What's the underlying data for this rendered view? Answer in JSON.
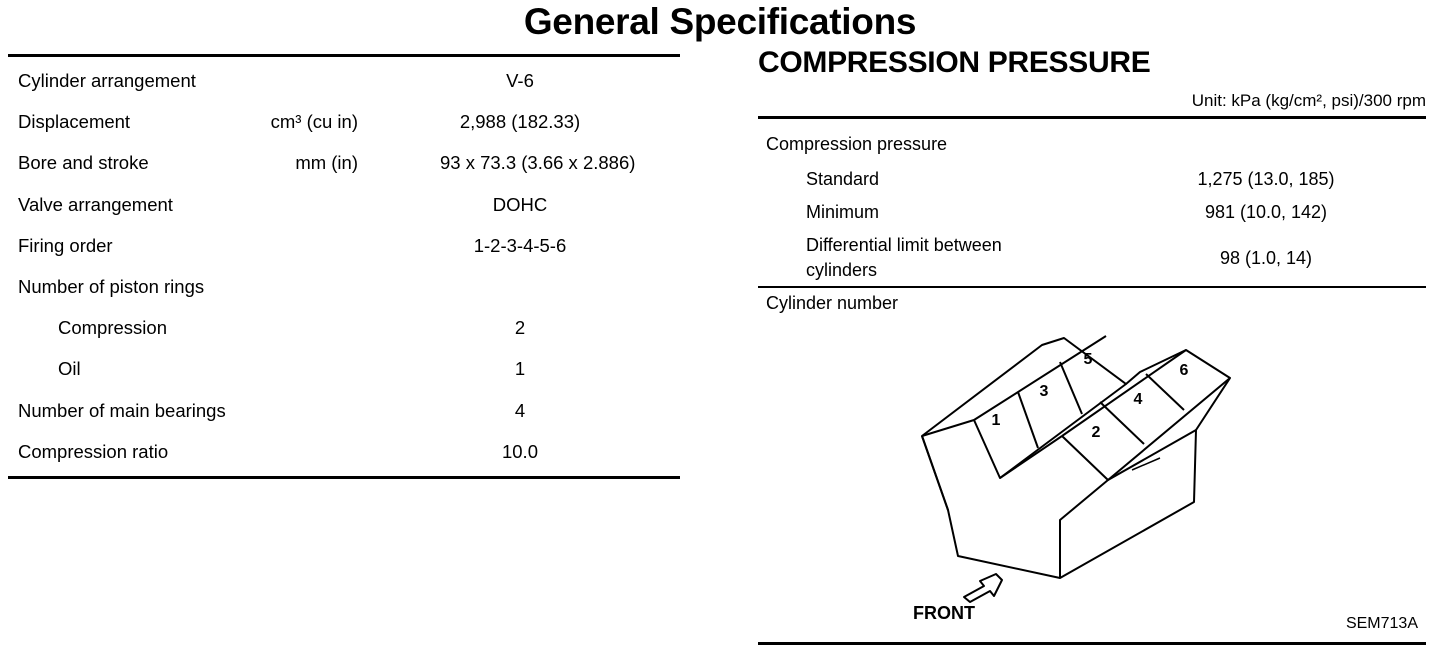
{
  "page": {
    "title": "General Specifications"
  },
  "general": {
    "rows": [
      {
        "label": "Cylinder arrangement",
        "unit": "",
        "value": "V-6",
        "indent": false
      },
      {
        "label": "Displacement",
        "unit": "cm³ (cu in)",
        "value": "2,988 (182.33)",
        "indent": false
      },
      {
        "label": "Bore and stroke",
        "unit": "mm (in)",
        "value": "93 x 73.3 (3.66 x 2.886)",
        "indent": false
      },
      {
        "label": "Valve arrangement",
        "unit": "",
        "value": "DOHC",
        "indent": false
      },
      {
        "label": "Firing order",
        "unit": "",
        "value": "1-2-3-4-5-6",
        "indent": false
      },
      {
        "label": "Number of piston rings",
        "unit": "",
        "value": "",
        "indent": false
      },
      {
        "label": "Compression",
        "unit": "",
        "value": "2",
        "indent": true
      },
      {
        "label": "Oil",
        "unit": "",
        "value": "1",
        "indent": true
      },
      {
        "label": "Number of main bearings",
        "unit": "",
        "value": "4",
        "indent": false
      },
      {
        "label": "Compression ratio",
        "unit": "",
        "value": "10.0",
        "indent": false
      }
    ]
  },
  "compression": {
    "title": "COMPRESSION PRESSURE",
    "unit_note": "Unit: kPa (kg/cm², psi)/300 rpm",
    "group_label": "Compression pressure",
    "standard": {
      "label": "Standard",
      "value": "1,275 (13.0, 185)"
    },
    "minimum": {
      "label": "Minimum",
      "value": "981 (10.0, 142)"
    },
    "differential": {
      "label_line1": "Differential limit between",
      "label_line2": "cylinders",
      "value": "98 (1.0, 14)"
    }
  },
  "diagram": {
    "section_label": "Cylinder number",
    "cylinders": [
      "1",
      "2",
      "3",
      "4",
      "5",
      "6"
    ],
    "front_label": "FRONT",
    "figure_id": "SEM713A"
  }
}
